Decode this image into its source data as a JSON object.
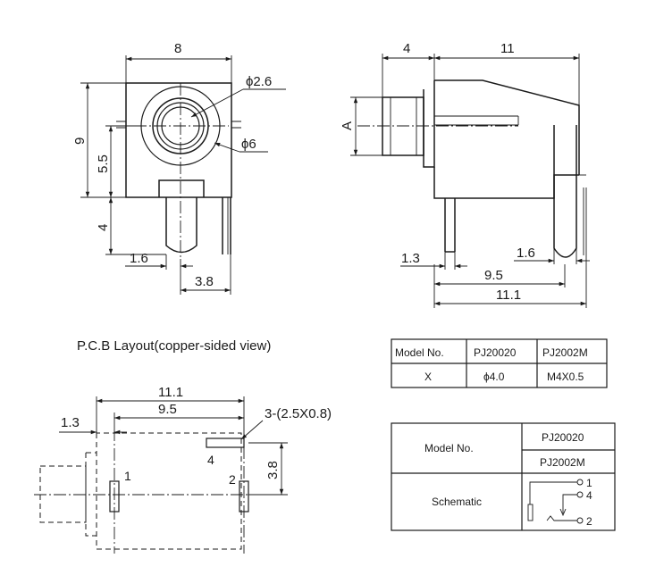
{
  "front_view": {
    "dim_width": "8",
    "dim_height": "9",
    "dim_center_height": "5.5",
    "dim_leg_length": "4",
    "dim_hole_diameter": "ϕ2.6",
    "dim_outer_diameter": "ϕ6",
    "dim_pin_offset": "1.6",
    "dim_pin_spacing": "3.8"
  },
  "side_view": {
    "dim_barrel_length": "4",
    "dim_body_length": "11",
    "dim_barrel_label": "A",
    "dim_pin_left": "1.3",
    "dim_pin_right": "1.6",
    "dim_pin_span": "9.5",
    "dim_total_span": "11.1"
  },
  "pcb_layout": {
    "title": "P.C.B Layout(copper-sided view)",
    "dim_total": "11.1",
    "dim_span": "9.5",
    "dim_offset": "1.3",
    "dim_slot": "3-(2.5X0.8)",
    "dim_vertical": "3.8",
    "pin_labels": [
      "1",
      "2",
      "4"
    ]
  },
  "spec_table": {
    "headers": [
      "Model No.",
      "PJ20020",
      "PJ2002M"
    ],
    "row_label": "X",
    "row_values": [
      "ϕ4.0",
      "M4X0.5"
    ]
  },
  "schematic_table": {
    "model_label": "Model No.",
    "models": [
      "PJ20020",
      "PJ2002M"
    ],
    "schematic_label": "Schematic",
    "terminals": [
      "1",
      "4",
      "2"
    ]
  }
}
